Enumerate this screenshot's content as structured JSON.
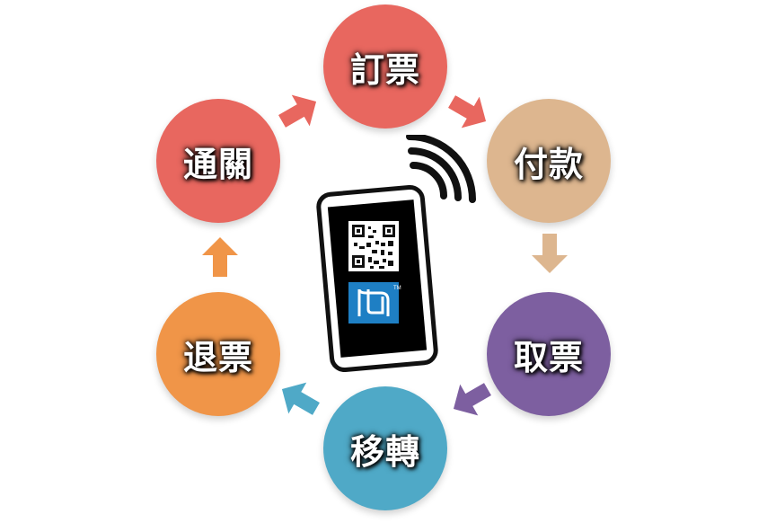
{
  "diagram": {
    "nodes": [
      {
        "id": "order",
        "label": "訂票",
        "color": "#e8675f"
      },
      {
        "id": "pay",
        "label": "付款",
        "color": "#ddb68f"
      },
      {
        "id": "pick",
        "label": "取票",
        "color": "#7d5fa0"
      },
      {
        "id": "move",
        "label": "移轉",
        "color": "#4fa9c7"
      },
      {
        "id": "refund",
        "label": "退票",
        "color": "#f09548"
      },
      {
        "id": "gate",
        "label": "通關",
        "color": "#e8675f"
      }
    ],
    "arrows": [
      {
        "from": "gate",
        "to": "order",
        "color": "#e8675f"
      },
      {
        "from": "order",
        "to": "pay",
        "color": "#e8675f"
      },
      {
        "from": "pay",
        "to": "pick",
        "color": "#ddb68f"
      },
      {
        "from": "pick",
        "to": "move",
        "color": "#7d5fa0"
      },
      {
        "from": "move",
        "to": "refund",
        "color": "#4fa9c7"
      },
      {
        "from": "refund",
        "to": "gate",
        "color": "#f09548"
      }
    ],
    "center": {
      "icons": [
        "smartphone-icon",
        "wireless-signal-icon",
        "qr-code-icon",
        "nfc-icon"
      ],
      "nfc_tm": "TM"
    }
  }
}
